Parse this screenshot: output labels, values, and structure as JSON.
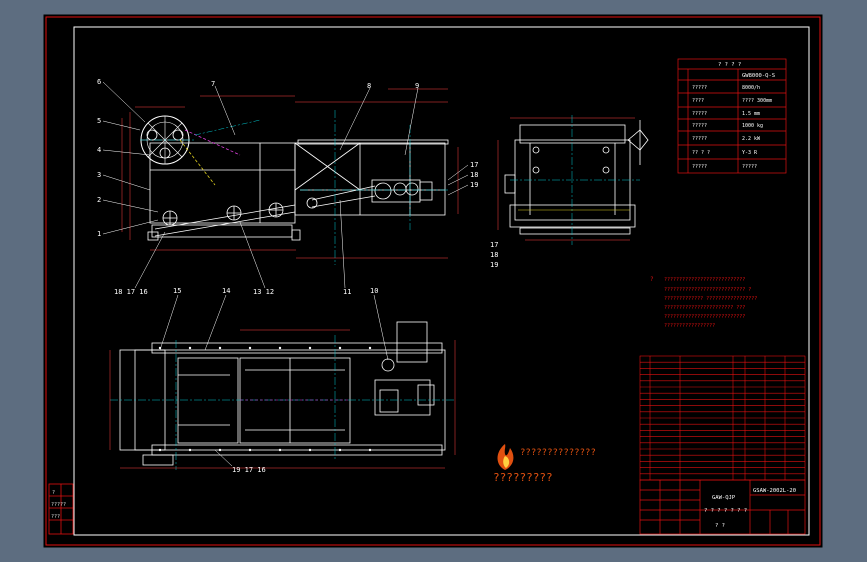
{
  "colors": {
    "workspace_bg": "#5d6d80",
    "sheet_bg": "#000000",
    "frame_red": "#e01010",
    "outline_white": "#ffffff",
    "center_cyan": "#00c8d0",
    "dim_line": "#ff4040",
    "hidden_magenta": "#e040e0",
    "yellow": "#e0d020"
  },
  "side_view": {
    "callouts_left": [
      "6",
      "5",
      "4",
      "3",
      "2",
      "1"
    ],
    "callouts_top": [
      "7",
      "8",
      "9"
    ],
    "callouts_right": [
      "17",
      "18",
      "19"
    ],
    "callouts_bottom": [
      "18 17 16",
      "13 12",
      "11"
    ]
  },
  "end_view": {
    "callouts": [
      "17",
      "18",
      "19"
    ]
  },
  "plan_view": {
    "callouts_top": [
      "15",
      "14",
      "10"
    ],
    "callouts_bottom": [
      "19 17 16"
    ]
  },
  "notes": {
    "marker": "?",
    "lines": [
      "???????????????????????????",
      "??????????????????????????? ?",
      "????????????? ?????????????????",
      "??????????????????????? ???",
      "???????????????????????????",
      "?????????????????"
    ]
  },
  "tech_table": {
    "title": "? ? ? ?",
    "model": "GW8000-Q-S",
    "rows": [
      "?????",
      "????",
      "?????",
      "?????",
      "?????",
      "?? ? ?",
      "?????"
    ],
    "values": [
      "8000/h",
      "???? 300mm",
      "1.5 mm",
      "1000 kg",
      "2.2 kW",
      "Y-3 R",
      "?????"
    ]
  },
  "parts_list": {
    "row_count": 20
  },
  "title_block": {
    "drawing_no": "GSAW-2002L-20",
    "label_a": "GAW-QJP",
    "label_b": "? ? ? ? ? ? ?",
    "label_c": "? ?"
  },
  "watermark": {
    "line1": "??????????????",
    "line2": "?????????"
  },
  "left_strip": {
    "labels": [
      "?",
      "?????",
      "???"
    ]
  }
}
